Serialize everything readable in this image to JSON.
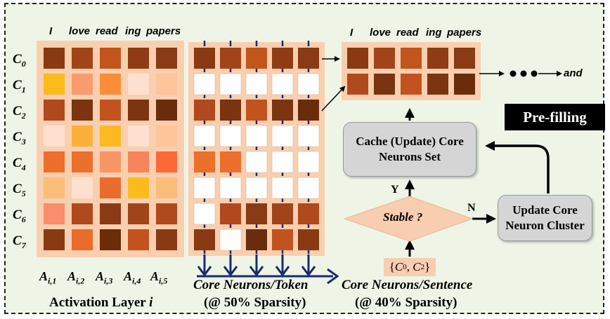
{
  "tokens": [
    "I",
    "love",
    "read",
    "ing",
    "papers"
  ],
  "row_labels": [
    "C0",
    "C1",
    "C2",
    "C3",
    "C4",
    "C5",
    "C6",
    "C7"
  ],
  "col_labels": [
    "A_{i,1}",
    "A_{i,2}",
    "A_{i,3}",
    "A_{i,4}",
    "A_{i,5}"
  ],
  "activation_matrix": [
    [
      "#8a3a12",
      "#a1441a",
      "#c1561c",
      "#8f3c15",
      "#8a3a14"
    ],
    [
      "#fbbb1c",
      "#f99b6c",
      "#f98d3a",
      "#fde0cf",
      "#fcc59a"
    ],
    [
      "#b0491d",
      "#7a3410",
      "#c3531e",
      "#7d3511",
      "#6a2c0a"
    ],
    [
      "#fde0cf",
      "#fcb03a",
      "#fbba22",
      "#fde0cf",
      "#fcc59a"
    ],
    [
      "#ec6f2c",
      "#ec6f2c",
      "#f79766",
      "#f7845a",
      "#fb6a36"
    ],
    [
      "#fbbd7a",
      "#fde0cf",
      "#ea6c2d",
      "#fbbb1c",
      "#fbbd7a"
    ],
    [
      "#f98d6c",
      "#b0491d",
      "#8a3a14",
      "#a1441a",
      "#b0491d"
    ],
    [
      "#8a3a12",
      "#ea6c2d",
      "#6a2c0a",
      "#c3531e",
      "#8a3a12"
    ]
  ],
  "token_matrix": [
    [
      "#8a3a12",
      "#a1441a",
      "#c1561c",
      "#8f3c15",
      "#8a3a14"
    ],
    [
      "#ffffff",
      "#ffffff",
      "#ffffff",
      "#ffffff",
      "#ffffff"
    ],
    [
      "#b0491d",
      "#7a3410",
      "#c3531e",
      "#7d3511",
      "#6a2c0a"
    ],
    [
      "#ffffff",
      "#ffffff",
      "#ffffff",
      "#ffffff",
      "#ffffff"
    ],
    [
      "#ec6f2c",
      "#ec6f2c",
      "#ffffff",
      "#ffffff",
      "#ffffff"
    ],
    [
      "#ffffff",
      "#ffffff",
      "#ffffff",
      "#ffffff",
      "#ffffff"
    ],
    [
      "#ffffff",
      "#b0491d",
      "#8a3a14",
      "#a1441a",
      "#b0491d"
    ],
    [
      "#8a3a12",
      "#ffffff",
      "#6a2c0a",
      "#c3531e",
      "#8a3a12"
    ]
  ],
  "sentence_matrix": [
    [
      "#8a3a12",
      "#a1441a",
      "#c1561c",
      "#8f3c15",
      "#8a3a14"
    ],
    [
      "#b0491d",
      "#7a3410",
      "#c3531e",
      "#7d3511",
      "#6a2c0a"
    ]
  ],
  "captions": {
    "activation_title": "Activation Layer",
    "activation_var": "i",
    "token_title": "Core Neurons/Token",
    "token_sub": "(@ 50% Sparsity)",
    "sentence_title": "Core Neurons/Sentence",
    "sentence_sub": "(@ 40% Sparsity)"
  },
  "flow": {
    "cache_box": "Cache (Update) Core Neurons Set",
    "stable": "Stable ?",
    "yes": "Y",
    "no": "N",
    "update_box": "Update Core Neuron Cluster",
    "input_set": "{C0, C2}",
    "next_token": "and",
    "prefill": "Pre-filling"
  },
  "colors": {
    "panel_bg": "#f9cfb0",
    "arrow_blue": "#1a2a6c",
    "flame": "#e8462a"
  }
}
